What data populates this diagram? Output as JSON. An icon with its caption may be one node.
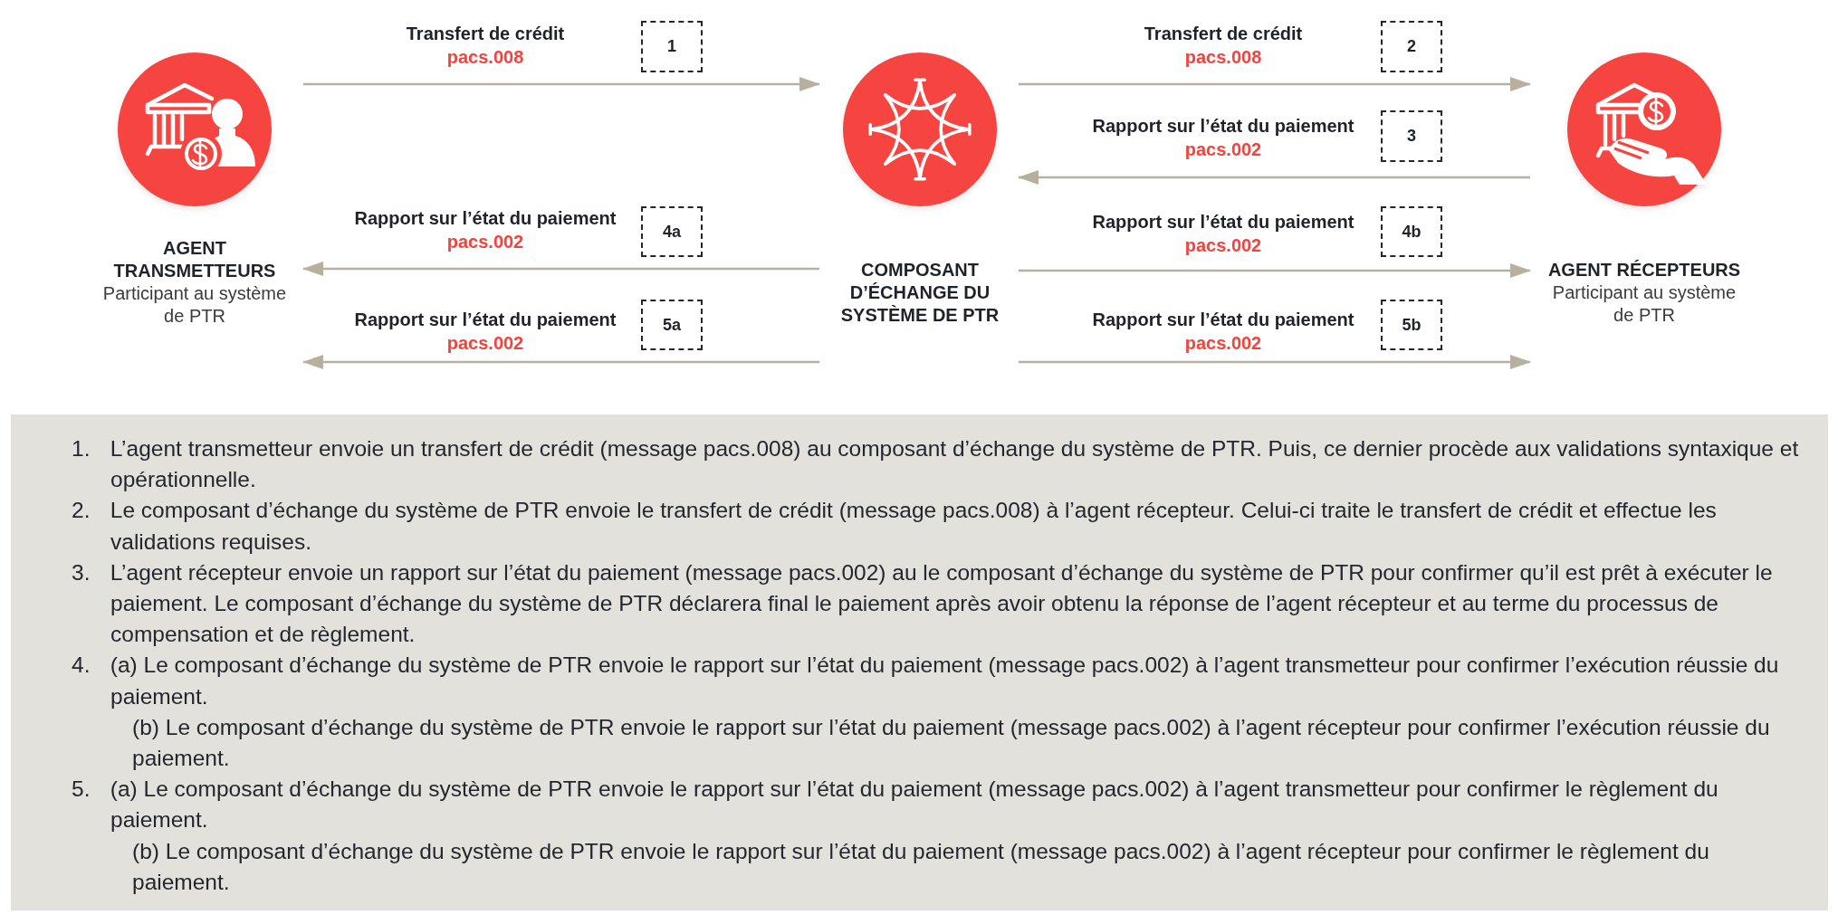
{
  "diagram": {
    "nodes": [
      {
        "text": [
          "AGENT TRANSMETTEURS",
          "Participant au système de PTR"
        ]
      },
      {
        "text": [
          "COMPOSANT D’ÉCHANGE DU SYSTÈME DE PTR"
        ]
      },
      {
        "text": [
          "AGENT RÉCEPTEURS",
          "Participant au système de PTR"
        ]
      },
      {
        "text": [
          "1"
        ]
      },
      {
        "text": [
          "2"
        ]
      },
      {
        "text": [
          "3"
        ]
      },
      {
        "text": [
          "4a"
        ]
      },
      {
        "text": [
          "4b"
        ]
      },
      {
        "text": [
          "5a"
        ]
      },
      {
        "text": [
          "5b"
        ]
      },
      {
        "text": [
          "1. L’agent transmetteur envoie un transfert de crédit (message pacs.008) au composant d’échange du système de PTR. Puis, ce dernier procède aux validations syntaxique et opérationnelle.",
          "2. Le composant d’échange du système de PTR envoie le transfert de crédit (message pacs.008) à l’agent récepteur. Celui-ci traite le transfert de crédit et effectue les validations requises.",
          "3. L’agent récepteur envoie un rapport sur l’état du paiement (message pacs.002) au le composant d’échange du système de PTR pour confirmer qu’il est prêt à exécuter le paiement. Le composant d’échange du système de PTR déclarera final le paiement après avoir obtenu la réponse de l’agent récepteur et au terme du processus de compensation et de règlement.",
          "4. (a) Le composant d’échange du système de PTR envoie le rapport sur l’état du paiement (message pacs.002) à l’agent transmetteur pour confirmer l’exécution réussie du paiement.",
          "(b) Le composant d’échange du système de PTR envoie le rapport sur l’état du paiement (message pacs.002) à l’agent récepteur pour confirmer l’exécution réussie du paiement.",
          "5. (a) Le composant d’échange du système de PTR envoie le rapport sur l’état du paiement (message pacs.002) à l’agent transmetteur pour confirmer le règlement du paiement.",
          "(b) Le composant d’échange du système de PTR envoie le rapport sur l’état du paiement (message pacs.002) à l’agent récepteur pour confirmer le règlement du paiement."
        ]
      }
    ],
    "edges": [
      {
        "from": 0,
        "to": 1,
        "arrow": "to",
        "label": "Transfert de crédit pacs.008"
      },
      {
        "from": 1,
        "to": 2,
        "arrow": "to",
        "label": "Transfert de crédit pacs.008"
      },
      {
        "from": 2,
        "to": 1,
        "arrow": "to",
        "label": "Rapport sur l’état du paiement pacs.002"
      },
      {
        "from": 1,
        "to": 0,
        "arrow": "to",
        "label": "Rapport sur l’état du paiement pacs.002"
      },
      {
        "from": 1,
        "to": 2,
        "arrow": "to",
        "label": "Rapport sur l’état du paiement pacs.002"
      },
      {
        "from": 1,
        "to": 0,
        "arrow": "to",
        "label": "Rapport sur l’état du paiement pacs.002"
      },
      {
        "from": 1,
        "to": 2,
        "arrow": "to",
        "label": "Rapport sur l’état du paiement pacs.002"
      }
    ]
  }
}
